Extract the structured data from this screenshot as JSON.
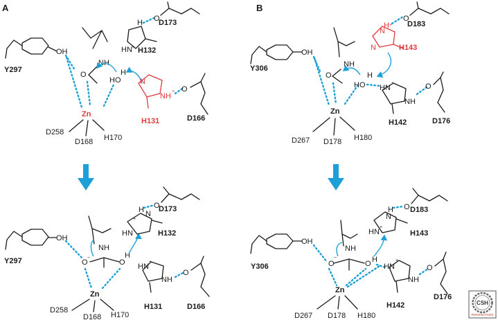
{
  "panels": {
    "a": "A",
    "b": "B"
  },
  "colors": {
    "arrow": "#1da0d8",
    "hbond": "#1da0d8",
    "highlight": "#e0393e",
    "text": "#1a1a1a"
  },
  "atoms": {
    "OH": "OH",
    "NH": "NH",
    "O": "O",
    "HO": "HO",
    "H": "H",
    "Zn": "Zn",
    "N": "N",
    "NHp": "NH",
    "HNp": "HN",
    "plus": "+",
    "minus": "−",
    "Om": "O",
    "Hdot": "H"
  },
  "panelA": {
    "top": {
      "tyr": "Y297",
      "his_top": "H132",
      "asp_top": "D173",
      "his_red": "H131",
      "asp_mid": "D166",
      "lig1": "D258",
      "lig2": "D168",
      "lig3": "H170"
    },
    "bottom": {
      "tyr": "Y297",
      "his_top": "H132",
      "asp_top": "D173",
      "his_low": "H131",
      "asp_low": "D166",
      "lig1": "D258",
      "lig2": "D168",
      "lig3": "H170"
    }
  },
  "panelB": {
    "top": {
      "tyr": "Y306",
      "his_red": "H143",
      "asp_top": "D183",
      "his_mid": "H142",
      "asp_mid": "D176",
      "lig1": "D267",
      "lig2": "D178",
      "lig3": "H180"
    },
    "bottom": {
      "tyr": "Y306",
      "his_top": "H143",
      "asp_top": "D183",
      "his_mid": "H142",
      "asp_mid": "D176",
      "lig1": "D267",
      "lig2": "D178",
      "lig3": "H180"
    }
  },
  "logo": {
    "text": "CSH",
    "subtext": "PERSPECTIVES"
  }
}
